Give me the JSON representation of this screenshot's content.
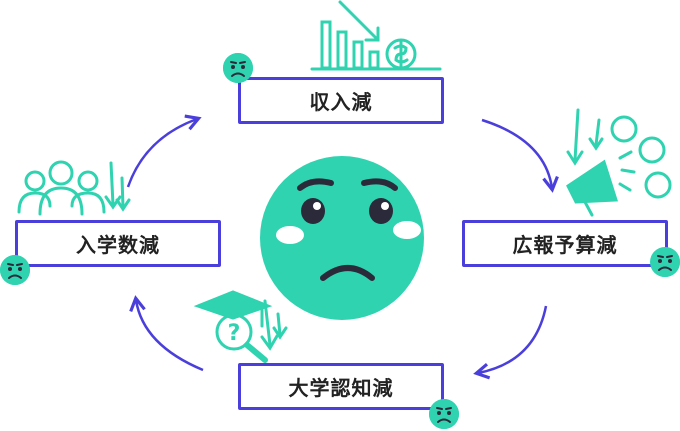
{
  "boxes": {
    "income": "収入減",
    "ad_budget": "広報予算減",
    "recognition": "大学認知減",
    "enrollment": "入学数減"
  },
  "icons": {
    "income": "falling-bar-chart-dollar-icon",
    "ad_budget": "megaphone-people-down-arrows-icon",
    "recognition": "graduation-cap-question-magnifier-icon",
    "enrollment": "group-of-people-down-arrows-icon",
    "center": "worried-face-icon",
    "small": "sad-face-icon"
  },
  "colors": {
    "teal": "#2fd3b0",
    "box_border": "#4a3fdb",
    "arrow": "#4a3fdb",
    "face_feature": "#2a2a3a",
    "cheek": "#ffffff"
  }
}
